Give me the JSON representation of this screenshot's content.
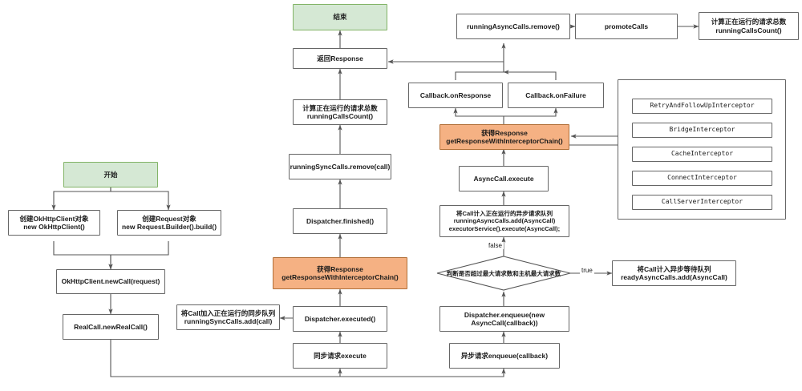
{
  "diagram": {
    "title": "OkHttp Request Flow",
    "type": "flowchart",
    "colors": {
      "start_end_fill": "#d5e8d4",
      "start_end_border": "#82b366",
      "highlight_fill": "#f5b183",
      "highlight_border": "#b06f38",
      "node_fill": "#ffffff",
      "node_border": "#666666",
      "edge_stroke": "#555555",
      "background": "#ffffff"
    },
    "nodes": {
      "end": "结束",
      "return_response": "返回Response",
      "count_running_calls_sync": "计算正在运行的请求总数\nrunningCallsCount()",
      "running_sync_remove": "runningSyncCalls.remove(call)",
      "dispatcher_finished": "Dispatcher.finished()",
      "get_response_sync": "获得Response\ngetResponseWithInterceptorChain()",
      "dispatcher_executed": "Dispatcher.executed()",
      "sync_request_execute": "同步请求execute",
      "add_running_sync": "将Call加入正在运行的同步队列\nrunningSyncCalls.add(call)",
      "start": "开始",
      "create_client": "创建OkHttpClient对象\nnew OkHttpClient()",
      "create_request": "创建Request对象\nnew Request.Builder().build()",
      "new_call": "OkHttpClient.newCall(request)",
      "new_real_call": "RealCall.newRealCall()",
      "running_async_remove": "runningAsyncCalls.remove()",
      "promote_calls": "promoteCalls",
      "count_running_calls_async": "计算正在运行的请求总数\nrunningCallsCount()",
      "callback_on_response": "Callback.onResponse",
      "callback_on_failure": "Callback.onFailure",
      "get_response_async": "获得Response\ngetResponseWithInterceptorChain()",
      "async_call_execute": "AsyncCall.execute",
      "add_running_async": "将Call计入正在运行的异步请求队列\nrunningAsyncCalls.add(AsyncCall)\nexecutorService().execute(AsyncCall);",
      "decision_max_requests": "判断是否超过最大请求数和主机最大请求数",
      "dispatcher_enqueue": "Dispatcher.enqueue(new\nAsyncCall(callback))",
      "async_request_enqueue": "异步请求enqueue(callback)",
      "add_ready_async": "将Call计入异步等待队列\nreadyAsyncCalls.add(AsyncCall)",
      "retry_interceptor": "RetryAndFollowUpInterceptor",
      "bridge_interceptor": "BridgeInterceptor",
      "cache_interceptor": "CacheInterceptor",
      "connect_interceptor": "ConnectInterceptor",
      "call_server_interceptor": "CallServerInterceptor"
    },
    "edge_labels": {
      "decision_false": "false",
      "decision_true": "true"
    }
  }
}
